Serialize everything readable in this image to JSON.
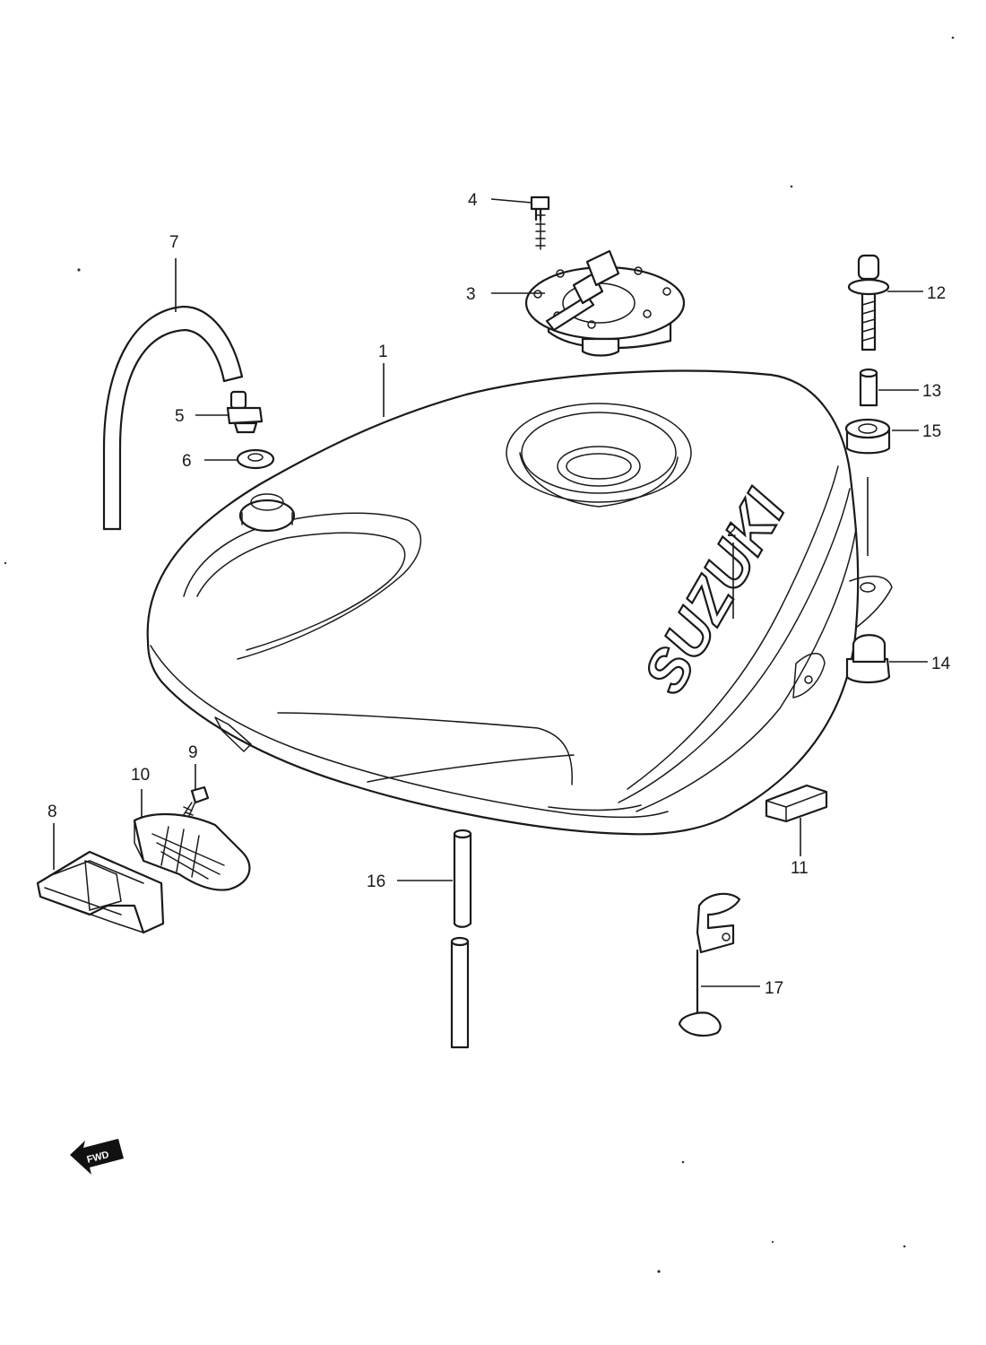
{
  "diagram": {
    "brand_logo": "SUZUKI",
    "direction_marker": "FWD",
    "callouts": [
      "1",
      "2",
      "3",
      "4",
      "5",
      "6",
      "7",
      "8",
      "9",
      "10",
      "11",
      "12",
      "13",
      "14",
      "15",
      "16",
      "17"
    ]
  }
}
